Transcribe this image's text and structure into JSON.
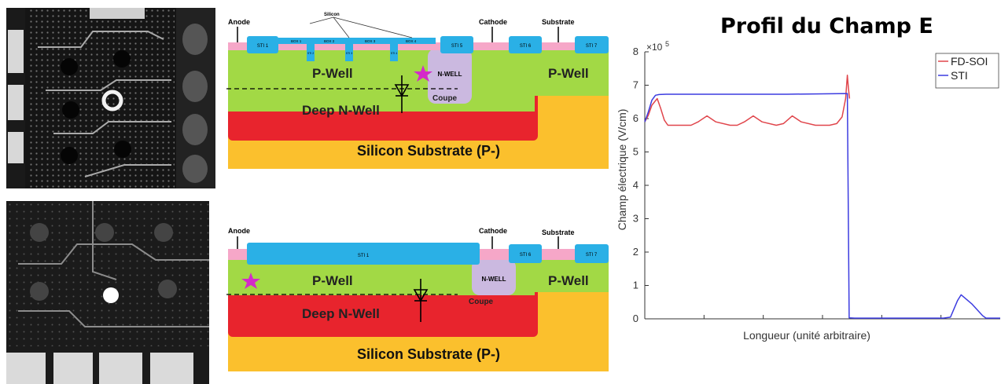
{
  "photos": {
    "top": {
      "pads": 4
    },
    "bottom": {
      "pads": 4
    }
  },
  "cross_sections": {
    "top": {
      "anode": "Anode",
      "cathode": "Cathode",
      "substrate_top": "Substrate",
      "silicon": "Silicon",
      "sti_left": "STI 1",
      "box": [
        "BOX 1",
        "BOX 2",
        "BOX 3",
        "BOX 4"
      ],
      "sti_small": [
        "STI 2",
        "STI 3",
        "STI 4"
      ],
      "sti5": "STI 5",
      "sti6": "STI 6",
      "sti7": "STI 7",
      "pwell_left": "P-Well",
      "nwell": "N-WELL",
      "pwell_right": "P-Well",
      "deep_nwell": "Deep N-Well",
      "coupe": "Coupe",
      "substrate": "Silicon Substrate (P-)"
    },
    "bottom": {
      "anode": "Anode",
      "cathode": "Cathode",
      "substrate_top": "Substrate",
      "sti_left": "STI 1",
      "sti6": "STI 6",
      "sti7": "STI 7",
      "pwell_left": "P-Well",
      "nwell": "N-WELL",
      "pwell_right": "P-Well",
      "deep_nwell": "Deep N-Well",
      "coupe": "Coupe",
      "substrate": "Silicon Substrate (P-)"
    }
  },
  "colors": {
    "sti": "#2ab0e6",
    "pwell": "#a2d945",
    "nwell": "#cbb9e0",
    "deep_nwell": "#e8242d",
    "substrate": "#fbc02d",
    "pink": "#f6a7c8",
    "star": "#d42bc9",
    "fdsoi": "#e0454b",
    "sti_line": "#3c3ce0"
  },
  "chart_data": {
    "type": "line",
    "title": "Profil du Champ E",
    "xlabel": "Longueur (unité arbitraire)",
    "ylabel": "Champ électrique (V/cm)",
    "y_multiplier": "×10^5",
    "y_multiplier_base": "×10",
    "y_multiplier_exp": "5",
    "ylim": [
      0,
      8
    ],
    "xlim": [
      0,
      100
    ],
    "yticks": [
      "0",
      "1",
      "2",
      "3",
      "4",
      "5",
      "6",
      "7",
      "8"
    ],
    "xticks_labeled": false,
    "legend_position": "top-right",
    "series": [
      {
        "name": "FD-SOI",
        "color": "#e0454b",
        "x": [
          0,
          1,
          2,
          3.5,
          4.5,
          5.5,
          6.5,
          8,
          10,
          13,
          15,
          17.5,
          20,
          24,
          26,
          28,
          30.5,
          33,
          37,
          39,
          41.5,
          44,
          48,
          50,
          52,
          54,
          55.5,
          56.5,
          57,
          57.3,
          57.6
        ],
        "values": [
          5.9,
          6.1,
          6.4,
          6.6,
          6.3,
          5.95,
          5.8,
          5.8,
          5.8,
          5.8,
          5.9,
          6.08,
          5.9,
          5.8,
          5.8,
          5.9,
          6.08,
          5.9,
          5.8,
          5.85,
          6.08,
          5.9,
          5.8,
          5.8,
          5.8,
          5.85,
          6.05,
          6.6,
          7.3,
          6.9,
          6.6
        ]
      },
      {
        "name": "STI",
        "color": "#3c3ce0",
        "x": [
          0,
          1,
          2,
          3,
          4,
          6,
          10,
          20,
          40,
          57,
          57.5,
          59,
          70,
          84,
          86,
          88,
          89,
          92,
          95,
          96,
          100
        ],
        "values": [
          5.9,
          6.2,
          6.55,
          6.7,
          6.72,
          6.73,
          6.73,
          6.73,
          6.73,
          6.75,
          0.03,
          0.02,
          0.02,
          0.02,
          0.05,
          0.55,
          0.72,
          0.45,
          0.1,
          0.02,
          0.02
        ]
      }
    ]
  }
}
